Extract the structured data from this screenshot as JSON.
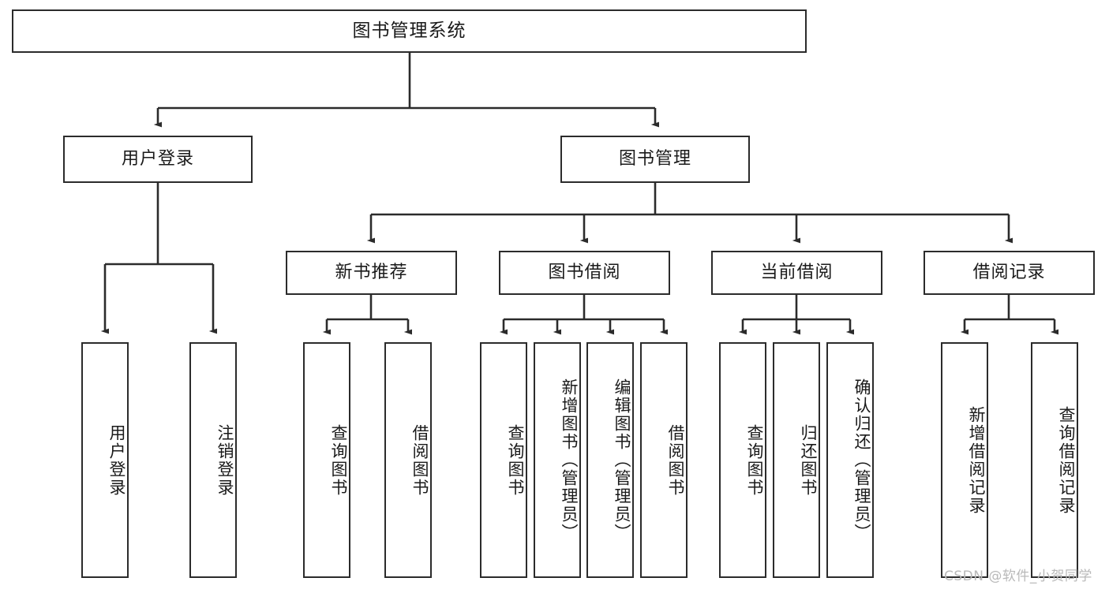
{
  "diagram": {
    "title": "图书管理系统",
    "watermark": "CSDN @软件_小贺同学",
    "line_color": "#2b2b2b",
    "box_fill": "#ffffff",
    "watermark_color": "#b9b9b9",
    "nodes": {
      "root": "图书管理系统",
      "level1": [
        "用户登录",
        "图书管理"
      ],
      "level2": [
        "新书推荐",
        "图书借阅",
        "当前借阅",
        "借阅记录"
      ],
      "user_login_children": [
        "用户登录",
        "注销登录"
      ],
      "new_book_children": [
        "查询图书",
        "借阅图书"
      ],
      "borrow_children": [
        "查询图书",
        "新增图书（管理员）",
        "编辑图书（管理员）",
        "借阅图书"
      ],
      "current_borrow_children": [
        "查询图书",
        "归还图书",
        "确认归还（管理员）"
      ],
      "borrow_record_children": [
        "新增借阅记录",
        "查询借阅记录"
      ]
    }
  }
}
